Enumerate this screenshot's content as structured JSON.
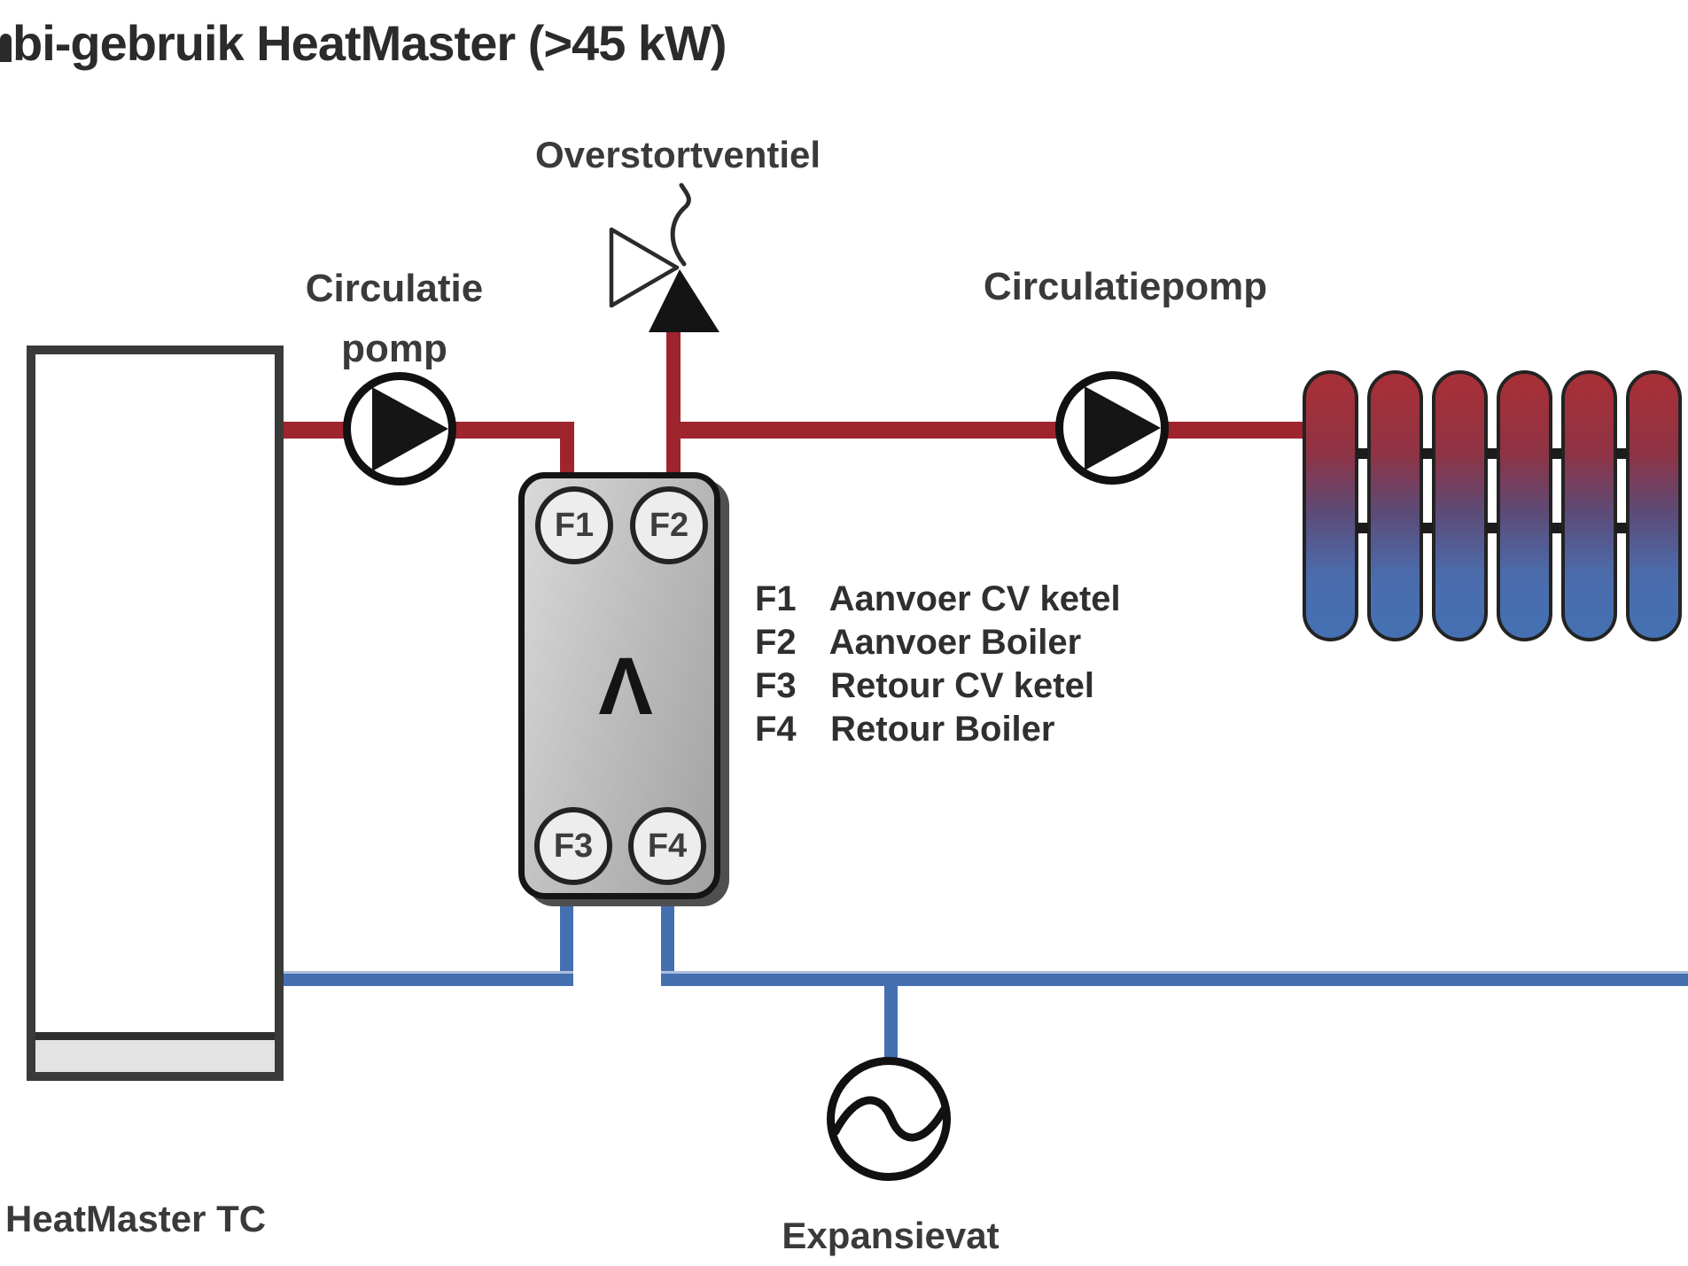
{
  "title": {
    "visible_text": "bi-gebruik HeatMaster (>45 kW)"
  },
  "boiler": {
    "label": "HeatMaster TC"
  },
  "pumps": {
    "left_label_line1": "Circulatie",
    "left_label_line2": "pomp",
    "right_label": "Circulatiepomp"
  },
  "valve": {
    "label": "Overstortventiel"
  },
  "heat_exchanger": {
    "symbol": "Λ",
    "ports": [
      "F1",
      "F2",
      "F3",
      "F4"
    ]
  },
  "legend": {
    "rows": [
      {
        "code": "F1",
        "desc": "Aanvoer CV ketel"
      },
      {
        "code": "F2",
        "desc": "Aanvoer Boiler"
      },
      {
        "code": "F3",
        "desc": "Retour CV ketel"
      },
      {
        "code": "F4",
        "desc": "Retour Boiler"
      }
    ]
  },
  "expansion_vessel": {
    "label": "Expansievat"
  },
  "radiator": {
    "visible_sections": 6
  },
  "colors": {
    "supply_pipe_red": "#9e242e",
    "return_pipe_blue": "#4470b2",
    "radiator_top": "#a63038",
    "radiator_middle": "#5d4a76",
    "radiator_bottom": "#4570b2",
    "tank_border": "#3a3a3a",
    "text": "#2f2f2f"
  }
}
